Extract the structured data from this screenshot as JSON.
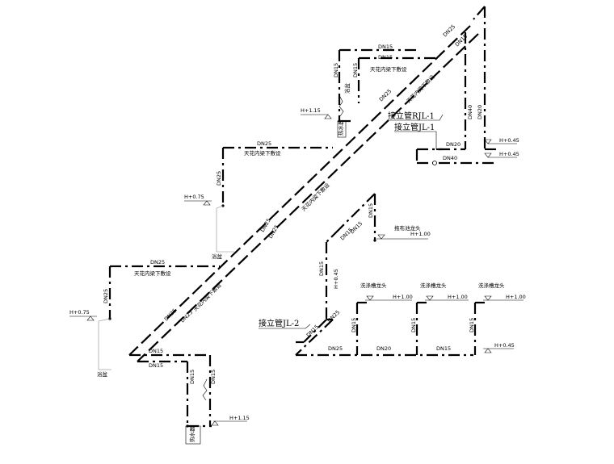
{
  "drawing": {
    "riser_label_rjl1": "接立管RJL-1",
    "riser_label_jl1": "接立管JL-1",
    "riser_label_jl2": "接立管JL-2"
  },
  "labels": {
    "dn15": "DN15",
    "dn20": "DN20",
    "dn25": "DN25",
    "dn40": "DN40",
    "ceiling_note": "天花内梁下敷设",
    "h115": "H+1.15",
    "h075": "H+0.75",
    "h045": "H+0.45",
    "h100": "H+1.00",
    "bath": "浴盆",
    "sink_mixer": "洗涤槽龙头",
    "mop_tap": "拖布池龙头",
    "water_heater": "热水器"
  }
}
